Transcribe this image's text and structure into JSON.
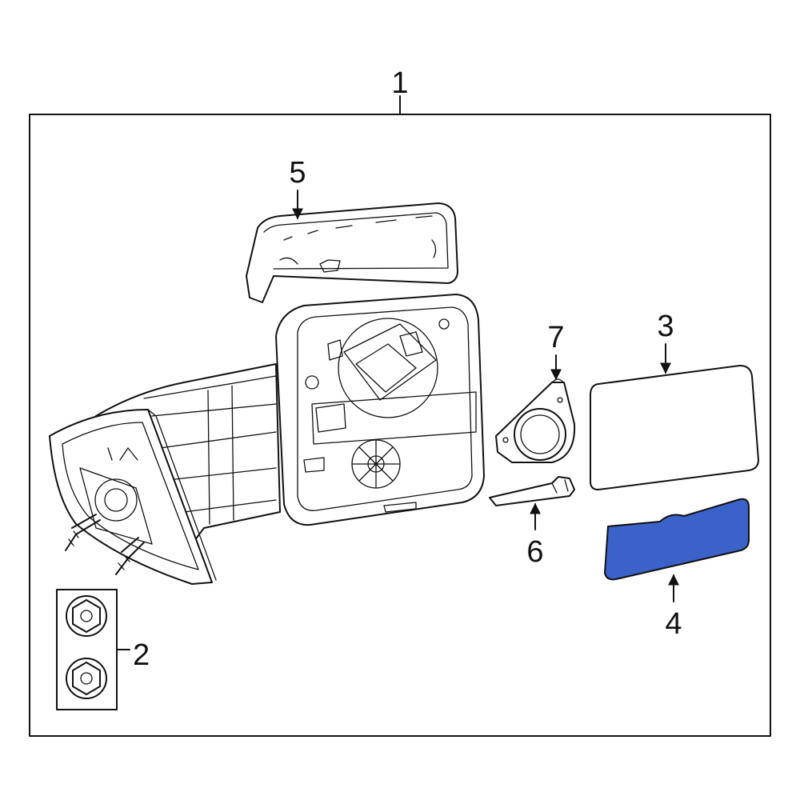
{
  "callouts": {
    "c1": "1",
    "c2": "2",
    "c3": "3",
    "c4": "4",
    "c5": "5",
    "c6": "6",
    "c7": "7"
  },
  "colors": {
    "highlight_part": "#3a62c9",
    "line": "#111111",
    "background": "#ffffff"
  },
  "highlighted_callout": "4"
}
